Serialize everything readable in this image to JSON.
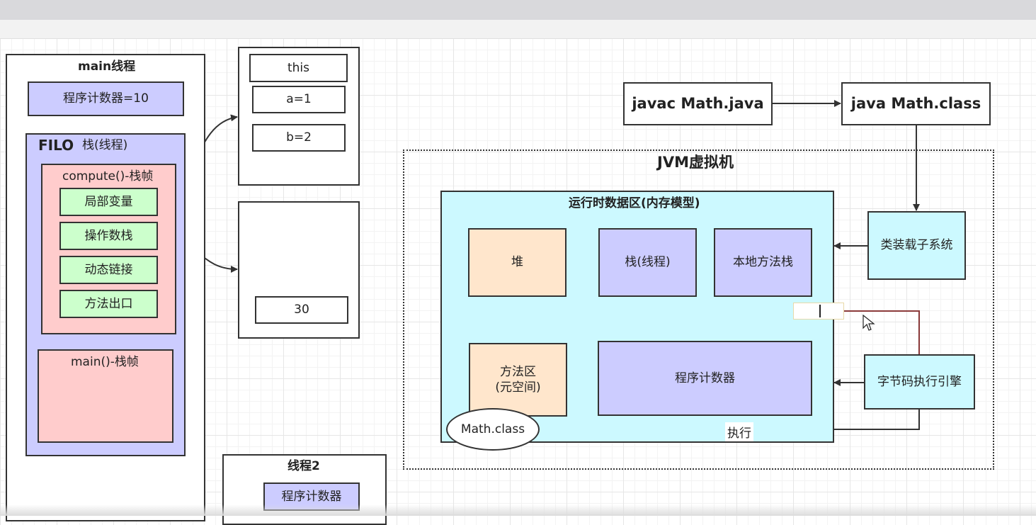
{
  "thread_main": {
    "title": "main线程",
    "pc": "程序计数器=10",
    "stack_tag": "FILO",
    "stack_label": "栈(线程)",
    "frame_compute": {
      "title": "compute()-栈帧",
      "items": [
        "局部变量",
        "操作数栈",
        "动态链接",
        "方法出口"
      ]
    },
    "frame_main": {
      "title": "main()-栈帧"
    }
  },
  "local_vars": {
    "items": [
      "this",
      "a=1",
      "b=2"
    ]
  },
  "operand_stack": {
    "value": "30"
  },
  "thread2": {
    "title": "线程2",
    "pc": "程序计数器"
  },
  "compile": {
    "javac": "javac Math.java",
    "java": "java Math.class"
  },
  "jvm": {
    "title": "JVM虚拟机",
    "runtime": {
      "title": "运行时数据区(内存模型)",
      "heap": "堆",
      "stack": "栈(线程)",
      "native_stack": "本地方法栈",
      "method_area": "方法区\n(元空间)",
      "pc": "程序计数器",
      "math_class": "Math.class"
    },
    "class_loader": "类装载子系统",
    "engine": "字节码执行引擎",
    "execute_label": "执行"
  },
  "colors": {
    "purple": "#ccccff",
    "pink": "#ffcccc",
    "green": "#ccffcc",
    "peach": "#ffe6cc",
    "cyan": "#ccf9ff",
    "line": "#333333",
    "engine_line": "#b03030"
  }
}
